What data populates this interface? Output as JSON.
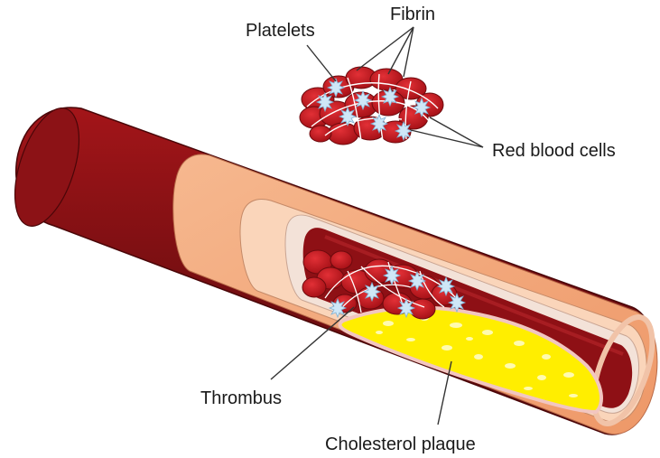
{
  "labels": {
    "platelets": "Platelets",
    "fibrin": "Fibrin",
    "red_blood_cells": "Red blood cells",
    "thrombus": "Thrombus",
    "cholesterol_plaque": "Cholesterol plaque"
  },
  "colors": {
    "vessel_dark": "#7a0f12",
    "vessel_mid": "#b11a1e",
    "vessel_outer_wall": "#f3a77a",
    "vessel_middle_wall": "#fbd9bf",
    "vessel_inner_wall": "#f6e4da",
    "lumen": "#8e1015",
    "blood_cell": "#c8161d",
    "plaque": "#ffee00",
    "platelet": "#cfe7f7",
    "fibrin": "#ffffff"
  }
}
